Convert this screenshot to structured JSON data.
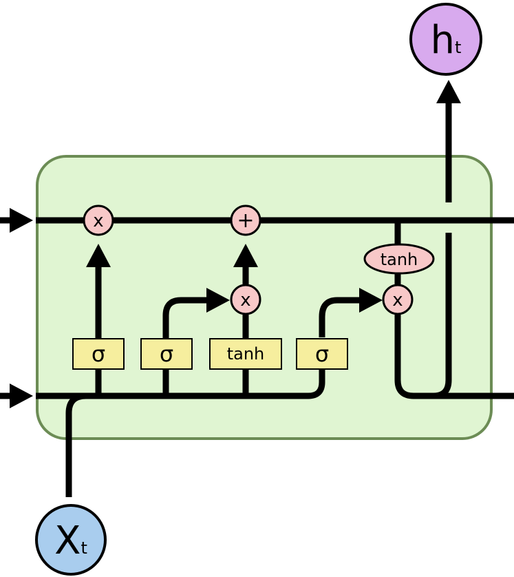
{
  "colors": {
    "cell_fill": "#e0f5d2",
    "cell_stroke": "#6c8c55",
    "layer_fill": "#f6ee9e",
    "op_fill": "#f8c8c8",
    "input_fill": "#a9cdee",
    "output_fill": "#d8aaee"
  },
  "nodes": {
    "input": {
      "main": "X",
      "sub": "t"
    },
    "output": {
      "main": "h",
      "sub": "t"
    }
  },
  "layers": [
    {
      "label": "σ"
    },
    {
      "label": "σ"
    },
    {
      "label": "tanh"
    },
    {
      "label": "σ"
    }
  ],
  "ops": {
    "forget_multiply": "x",
    "add": "+",
    "input_multiply": "x",
    "output_multiply": "x",
    "output_tanh": "tanh"
  }
}
